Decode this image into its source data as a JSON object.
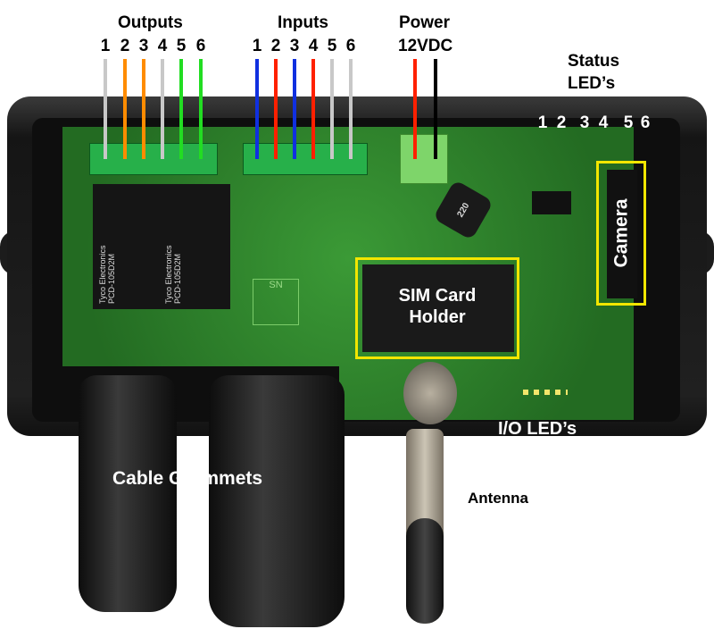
{
  "labels": {
    "outputs": "Outputs",
    "inputs": "Inputs",
    "power": "Power",
    "power_voltage": "12VDC",
    "status_leds": "Status\nLED’s",
    "camera": "Camera",
    "sim_holder": "SIM Card\nHolder",
    "io_leds": "I/O LED’s",
    "cable_grommets": "Cable Grommets",
    "antenna": "Antenna"
  },
  "outputs": [
    {
      "n": "1",
      "color": "#c8c8c8"
    },
    {
      "n": "2",
      "color": "#ff8c00"
    },
    {
      "n": "3",
      "color": "#ff8c00"
    },
    {
      "n": "4",
      "color": "#c8c8c8"
    },
    {
      "n": "5",
      "color": "#22dd22"
    },
    {
      "n": "6",
      "color": "#22dd22"
    }
  ],
  "inputs": [
    {
      "n": "1",
      "color": "#1030e0"
    },
    {
      "n": "2",
      "color": "#ff2000"
    },
    {
      "n": "3",
      "color": "#1030e0"
    },
    {
      "n": "4",
      "color": "#ff2000"
    },
    {
      "n": "5",
      "color": "#c8c8c8"
    },
    {
      "n": "6",
      "color": "#c8c8c8"
    }
  ],
  "power_wires": [
    {
      "color": "#ff2000"
    },
    {
      "color": "#000000"
    }
  ],
  "status_numbers": [
    "1",
    "2",
    "3",
    "4",
    "5",
    "6"
  ],
  "relay_text": [
    "Tyco Electronics",
    "PCD-105D2M"
  ],
  "inductor_text": "220",
  "pcb_mark": "SN",
  "highlight_color": "#f2e600"
}
